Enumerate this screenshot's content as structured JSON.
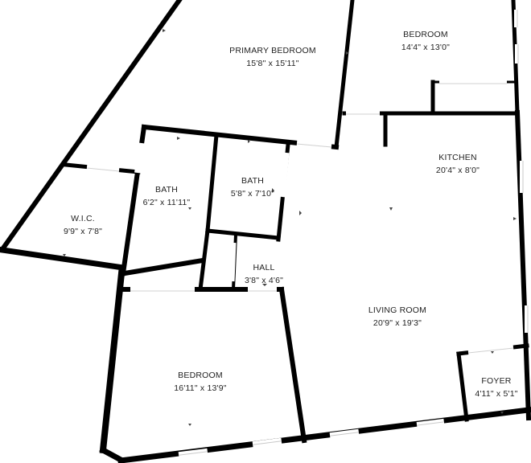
{
  "colors": {
    "wall": "#000000",
    "background": "#ffffff",
    "text": "#222222",
    "window": "#c9c9c9"
  },
  "rooms": {
    "primary_bedroom": {
      "name": "PRIMARY BEDROOM",
      "dims": "15'8\" x 15'11\""
    },
    "bedroom_top": {
      "name": "BEDROOM",
      "dims": "14'4\" x 13'0\""
    },
    "kitchen": {
      "name": "KITCHEN",
      "dims": "20'4\" x 8'0\""
    },
    "bath_left": {
      "name": "BATH",
      "dims": "6'2\" x 11'11\""
    },
    "bath_right": {
      "name": "BATH",
      "dims": "5'8\" x 7'10\""
    },
    "wic": {
      "name": "W.I.C.",
      "dims": "9'9\" x 7'8\""
    },
    "hall": {
      "name": "HALL",
      "dims": "3'8\" x 4'6\""
    },
    "living_room": {
      "name": "LIVING ROOM",
      "dims": "20'9\" x 19'3\""
    },
    "bedroom_bottom": {
      "name": "BEDROOM",
      "dims": "16'11\" x 13'9\""
    },
    "foyer": {
      "name": "FOYER",
      "dims": "4'11\" x 5'1\""
    }
  }
}
